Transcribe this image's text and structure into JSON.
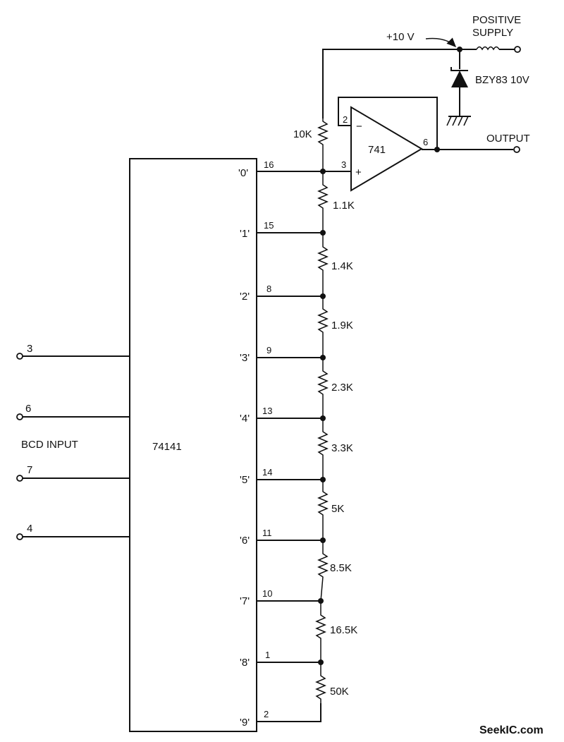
{
  "supply": {
    "voltage": "+10 V",
    "label_line1": "POSITIVE",
    "label_line2": "SUPPLY",
    "zener": "BZY83 10V"
  },
  "opamp": {
    "part": "741",
    "pin_inv": "2",
    "pin_noninv": "3",
    "pin_out": "6",
    "minus": "−",
    "plus": "+",
    "output_label": "OUTPUT"
  },
  "decoder": {
    "part": "74141",
    "input_label": "BCD INPUT",
    "inputs": [
      "3",
      "6",
      "7",
      "4"
    ],
    "outputs": [
      {
        "name": "'0'",
        "pin": "16"
      },
      {
        "name": "'1'",
        "pin": "15"
      },
      {
        "name": "'2'",
        "pin": "8"
      },
      {
        "name": "'3'",
        "pin": "9"
      },
      {
        "name": "'4'",
        "pin": "13"
      },
      {
        "name": "'5'",
        "pin": "14"
      },
      {
        "name": "'6'",
        "pin": "11"
      },
      {
        "name": "'7'",
        "pin": "10"
      },
      {
        "name": "'8'",
        "pin": "1"
      },
      {
        "name": "'9'",
        "pin": "2"
      }
    ]
  },
  "resistors": {
    "top": "10K",
    "chain": [
      "1.1K",
      "1.4K",
      "1.9K",
      "2.3K",
      "3.3K",
      "5K",
      "8.5K",
      "16.5K",
      "50K"
    ]
  },
  "watermark": "SeekIC.com"
}
